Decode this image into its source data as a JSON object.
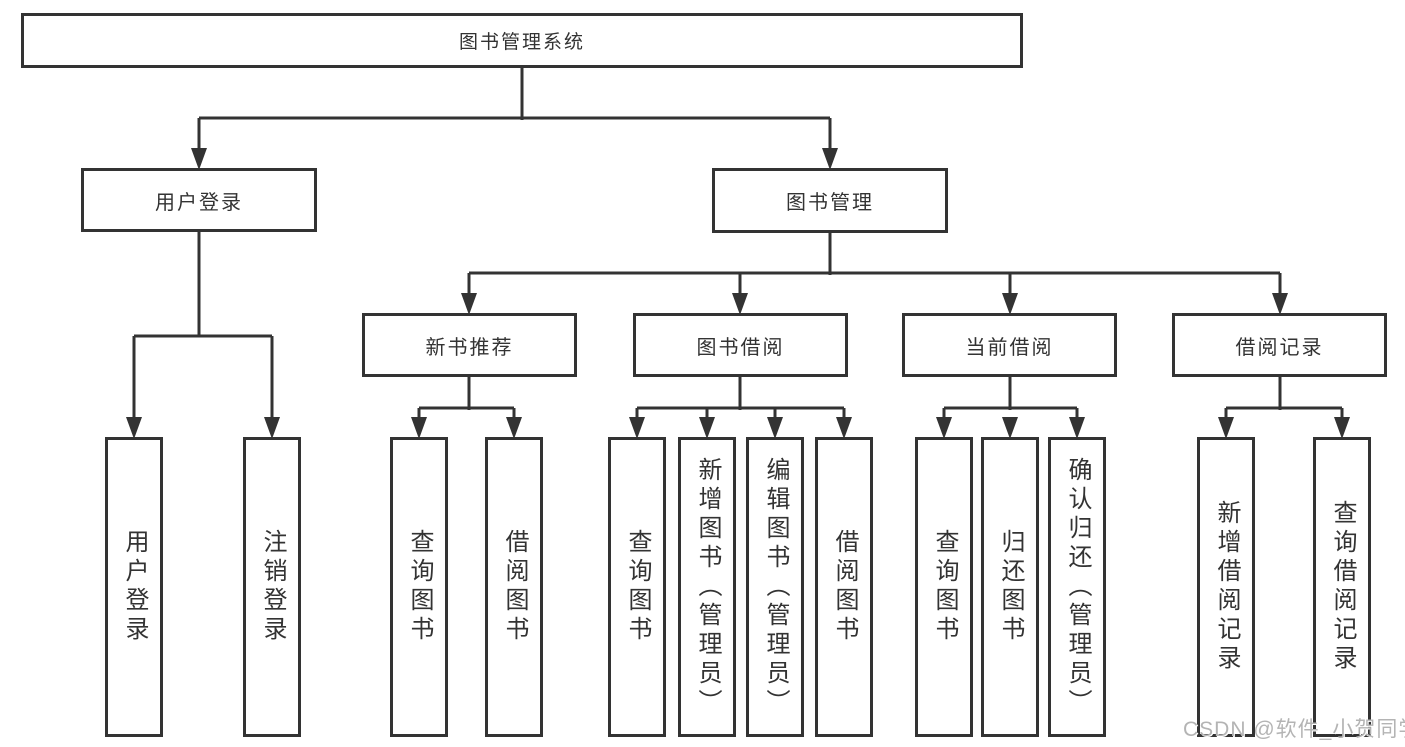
{
  "diagram": {
    "root": {
      "label": "图书管理系统"
    },
    "level2": [
      {
        "label": "用户登录",
        "children": [
          {
            "label": "用户登录"
          },
          {
            "label": "注销登录"
          }
        ]
      },
      {
        "label": "图书管理",
        "children": [
          {
            "label": "新书推荐",
            "children": [
              {
                "label": "查询图书"
              },
              {
                "label": "借阅图书"
              }
            ]
          },
          {
            "label": "图书借阅",
            "children": [
              {
                "label": "查询图书"
              },
              {
                "label": "新增图书（管理员）"
              },
              {
                "label": "编辑图书（管理员）"
              },
              {
                "label": "借阅图书"
              }
            ]
          },
          {
            "label": "当前借阅",
            "children": [
              {
                "label": "查询图书"
              },
              {
                "label": "归还图书"
              },
              {
                "label": "确认归还（管理员）"
              }
            ]
          },
          {
            "label": "借阅记录",
            "children": [
              {
                "label": "新增借阅记录"
              },
              {
                "label": "查询借阅记录"
              }
            ]
          }
        ]
      }
    ]
  },
  "colors": {
    "line_and_border": "#333333",
    "text": "#333333",
    "watermark": "#b4b4b4",
    "background": "#ffffff"
  },
  "watermark": "CSDN @软件_小贺同学"
}
